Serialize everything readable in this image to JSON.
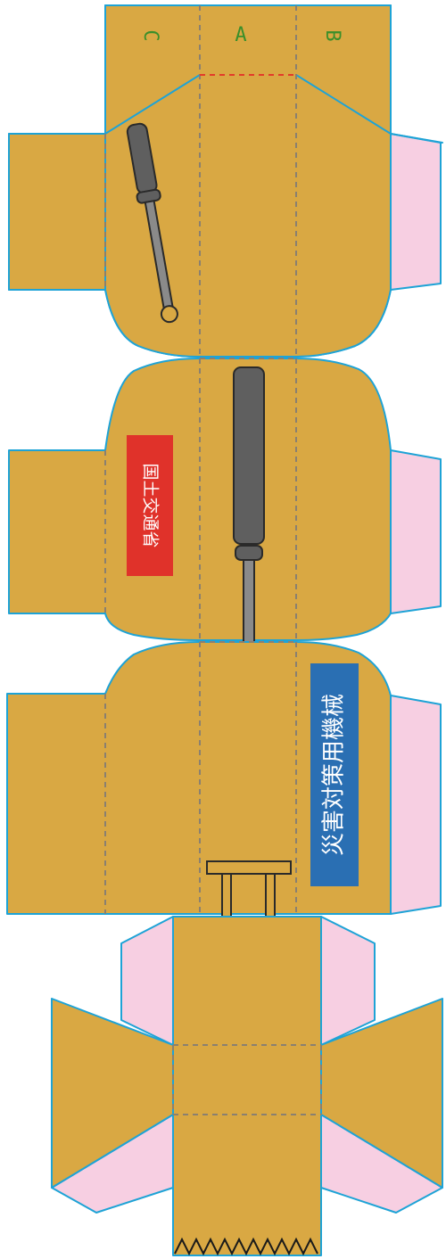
{
  "tabs": {
    "left_letter": "C",
    "center_letter": "A",
    "right_letter": "B"
  },
  "labels": {
    "red_label": "国土交通省",
    "blue_label": "災害対策用機械"
  },
  "colors": {
    "panel": "#d9a843",
    "flap": "#f7cfe2",
    "outline": "#1ea3d6",
    "fold_line": "#8a8070",
    "cut_line": "#e23a2a",
    "red_label_bg": "#e0322a",
    "blue_label_bg": "#2a6fb3",
    "tool_dark": "#5f5f5f",
    "tool_shaft": "#8a8a8a"
  },
  "icons": [
    "screwdriver-icon",
    "long-screwdriver-icon",
    "stand-icon"
  ]
}
